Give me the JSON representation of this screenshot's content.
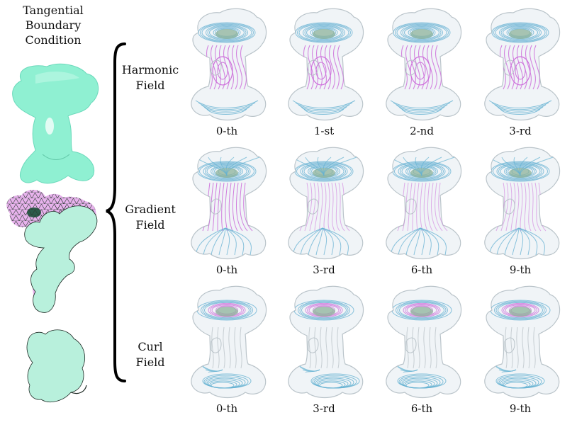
{
  "left_title": [
    "Tangential",
    "Boundary",
    "Condition"
  ],
  "rows": [
    {
      "label": [
        "Harmonic",
        "Field"
      ],
      "cols": [
        "0-th",
        "1-st",
        "2-nd",
        "3-rd"
      ],
      "pattern": "harmonic"
    },
    {
      "label": [
        "Gradient",
        "Field"
      ],
      "cols": [
        "0-th",
        "3-rd",
        "6-th",
        "9-th"
      ],
      "pattern": "gradient"
    },
    {
      "label": [
        "Curl",
        "Field"
      ],
      "cols": [
        "0-th",
        "3-rd",
        "6-th",
        "9-th"
      ],
      "pattern": "curl"
    }
  ],
  "colors": {
    "surface_fill": "#8ff0d2",
    "mesh_fill": "#b8f0dc",
    "mesh_accent": "#e7b2ec",
    "glass_fill": "#eef3f6",
    "glass_stroke": "#b9c3c9",
    "stream_blue": "#4fa6cc",
    "stream_magenta": "#c75bd6",
    "core_green": "#7ea88c"
  },
  "icons": {
    "brace": "left-curly-brace-icon",
    "shape": "bone-shape-icon"
  }
}
